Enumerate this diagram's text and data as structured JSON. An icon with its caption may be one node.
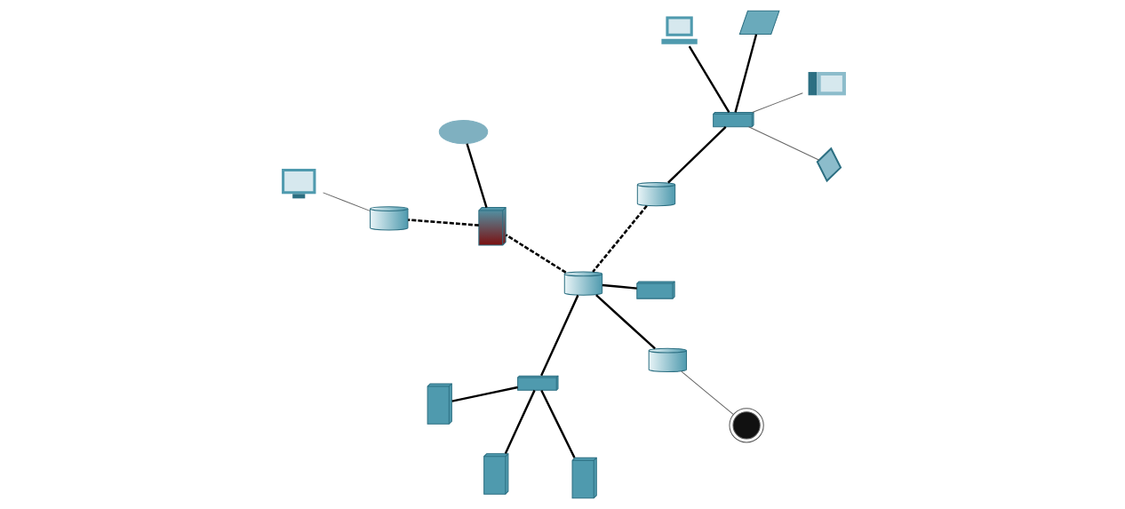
{
  "diagram": {
    "nodes": [
      {
        "text": [],
        "shape": "picture"
      },
      {
        "text": [],
        "shape": "picture"
      },
      {
        "text": [],
        "shape": "picture"
      },
      {
        "text": [],
        "shape": "picture"
      },
      {
        "text": [],
        "shape": "picture"
      },
      {
        "text": [],
        "shape": "picture"
      },
      {
        "text": [],
        "shape": "picture"
      },
      {
        "text": [],
        "shape": "picture"
      },
      {
        "text": [],
        "shape": "picture"
      },
      {
        "text": [],
        "shape": "picture"
      },
      {
        "text": [],
        "shape": "picture"
      },
      {
        "text": [],
        "shape": "picture"
      },
      {
        "text": [],
        "shape": "cloud"
      },
      {
        "text": [],
        "shape": "picture"
      },
      {
        "text": [],
        "shape": "picture"
      },
      {
        "text": [],
        "shape": "picture"
      },
      {
        "text": [],
        "shape": "picture"
      },
      {
        "text": [],
        "shape": "picture"
      }
    ],
    "edges": [
      {
        "from": 3,
        "to": 8,
        "arrow": "none"
      },
      {
        "from": 4,
        "to": 8,
        "arrow": "none",
        "color": "#666666"
      },
      {
        "from": 5,
        "to": 8,
        "arrow": "none"
      },
      {
        "from": 0,
        "to": 6,
        "arrow": "none"
      },
      {
        "from": 1,
        "to": 6,
        "arrow": "none"
      },
      {
        "from": 2,
        "to": 6,
        "arrow": "none"
      },
      {
        "from": 6,
        "to": 10,
        "arrow": "none"
      },
      {
        "from": 7,
        "to": 8,
        "arrow": "none",
        "color": "#666666"
      },
      {
        "from": 8,
        "to": 9,
        "arrow": "none"
      },
      {
        "from": 9,
        "to": 10,
        "arrow": "none",
        "style": "dashed"
      },
      {
        "from": 10,
        "to": 11,
        "arrow": "none",
        "style": "dashed"
      },
      {
        "from": 11,
        "to": 12,
        "arrow": "none"
      },
      {
        "from": 10,
        "to": 13,
        "arrow": "none"
      },
      {
        "from": 10,
        "to": 14,
        "arrow": "none"
      },
      {
        "from": 11,
        "to": 15,
        "arrow": "none",
        "style": "dashed"
      },
      {
        "from": 14,
        "to": 16,
        "arrow": "none",
        "color": "#666666"
      },
      {
        "from": 15,
        "to": 17,
        "arrow": "none",
        "color": "#666666"
      }
    ]
  }
}
